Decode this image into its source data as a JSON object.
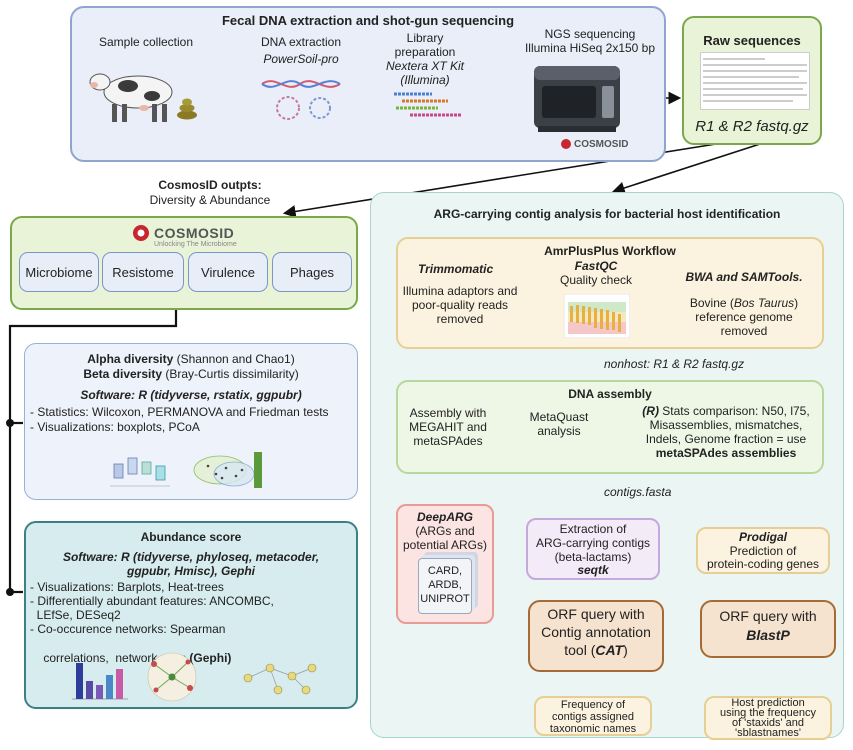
{
  "colors": {
    "top_panel_bg": "#e9eef8",
    "top_panel_border": "#8fa5cf",
    "green_bg": "#e8f3d8",
    "green_border": "#7aa84a",
    "teal_panel_bg": "#eaf5f4",
    "teal_panel_border": "#a9d3cf",
    "amr_bg": "#fbf3df",
    "amr_border": "#e5cf95",
    "asm_bg": "#eef6e6",
    "asm_border": "#b6d89c",
    "deeparg_bg": "#fbe4e2",
    "deeparg_border": "#e99b95",
    "purple_bg": "#f3ebf8",
    "purple_border": "#c5a8dc",
    "orf_bg": "#f5e3cf",
    "orf_border": "#a66a34",
    "alpha_bg": "#eef2fa",
    "alpha_border": "#9bb0d6",
    "abund_bg": "#d7ecee",
    "abund_border": "#3e7f86"
  },
  "top": {
    "title": "Fecal DNA extraction and shot-gun sequencing",
    "sample": "Sample collection",
    "dna_extraction": "DNA extraction",
    "powersoil": "PowerSoil-pro",
    "library_line1": "Library",
    "library_line2": "preparation",
    "nextera_line1": "Nextera XT Kit",
    "nextera_line2": "(Illumina)",
    "ngs_line1": "NGS sequencing",
    "ngs_line2": "Illumina HiSeq 2x150 bp",
    "cosmosid_logo": "COSMOSID"
  },
  "raw": {
    "title": "Raw sequences",
    "files": "R1 & R2 fastq.gz"
  },
  "cosmos_outputs": {
    "line1": "CosmosID outpts:",
    "line2": "Diversity & Abundance"
  },
  "cosmos_panel": {
    "logo": "COSMOSID",
    "tagline": "Unlocking The Microbiome",
    "items": [
      "Microbiome",
      "Resistome",
      "Virulence",
      "Phages"
    ]
  },
  "alpha": {
    "line1_bold": "Alpha diversity",
    "line1_rest": " (Shannon and Chao1)",
    "line2_bold": "Beta diversity",
    "line2_rest": " (Bray-Curtis dissimilarity)",
    "software": "Software: R (tidyverse, rstatix, ggpubr)",
    "bullets": [
      "- Statistics: Wilcoxon, PERMANOVA and Friedman tests",
      "- Visualizations: boxplots, PCoA"
    ]
  },
  "abundance": {
    "title": "Abundance score",
    "software_line1": "Software: R (tidyverse, phyloseq, metacoder,",
    "software_line2": "ggpubr, Hmisc), Gephi",
    "b1": "- Visualizations: Barplots, Heat-trees",
    "b2a": "- Differentially abundant features: ANCOMBC,",
    "b2b": "  LEfSe, DESeq2",
    "b3a": "- Co-occurence networks: Spearman",
    "b3b_pre": "  correlations,  network stats ",
    "b3b_bold": "(Gephi)"
  },
  "arg": {
    "title": "ARG-carrying contig analysis for bacterial host identification",
    "amr_title": "AmrPlusPlus Workflow",
    "trimmomatic": "Trimmomatic",
    "trim_desc": [
      "Illumina adaptors and",
      "poor-quality reads",
      "removed"
    ],
    "fastqc": "FastQC",
    "fastqc_desc": "Quality check",
    "bwa": "BWA and SAMTools.",
    "bovine_pre": "Bovine (",
    "bovine_italic": "Bos Taurus",
    "bovine_post": ")",
    "bovine_desc": [
      "reference genome",
      "removed"
    ],
    "nonhost": "nonhost: R1 & R2 fastq.gz",
    "asm_title": "DNA assembly",
    "asm_desc": [
      "Assembly with",
      "MEGAHIT and",
      "metaSPAdes"
    ],
    "metaquast": [
      "MetaQuast",
      "analysis"
    ],
    "stats_r": "(R)",
    "stats_line1": " Stats comparison: N50, l75,",
    "stats_rest": [
      "Misassemblies, mismatches,",
      "Indels, Genome fraction = use"
    ],
    "stats_bold": "metaSPAdes assemblies",
    "contigs": "contigs.fasta",
    "deeparg": "DeepARG",
    "deeparg_desc": [
      "(ARGs and",
      "potential ARGs)"
    ],
    "dbs": [
      "CARD,",
      "ARDB,",
      "UNIPROT"
    ],
    "extraction": [
      "Extraction of",
      "ARG-carrying contigs",
      "(beta-lactams)"
    ],
    "seqtk": "seqtk",
    "prodigal": "Prodigal",
    "prodigal_desc": [
      "Prediction of",
      "protein-coding genes"
    ],
    "orf_cat": [
      "ORF query with",
      "Contig annotation",
      "tool ("
    ],
    "orf_cat_italic": "CAT",
    "orf_cat_end": ")",
    "orf_blast": "ORF query with",
    "orf_blast_italic": "BlastP",
    "freq": [
      "Frequency of",
      "contigs assigned",
      "taxonomic names"
    ],
    "host": [
      "Host prediction",
      "using the frequency",
      "of 'staxids' and",
      "'sblastnames'"
    ]
  }
}
